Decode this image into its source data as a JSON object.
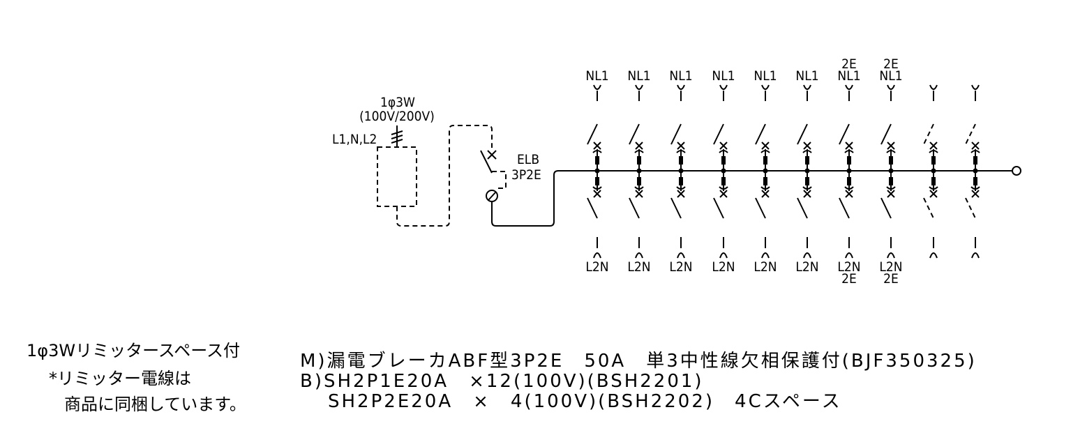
{
  "supply": {
    "system": "1φ3W",
    "voltage": "(100V/200V)",
    "conductors": "L1,N,L2"
  },
  "main_breaker": {
    "type": "ELB",
    "poles": "3P2E"
  },
  "branches": [
    {
      "top": [
        "NL1"
      ],
      "bottom": [
        "L2N"
      ],
      "space": false
    },
    {
      "top": [
        "NL1"
      ],
      "bottom": [
        "L2N"
      ],
      "space": false
    },
    {
      "top": [
        "NL1"
      ],
      "bottom": [
        "L2N"
      ],
      "space": false
    },
    {
      "top": [
        "NL1"
      ],
      "bottom": [
        "L2N"
      ],
      "space": false
    },
    {
      "top": [
        "NL1"
      ],
      "bottom": [
        "L2N"
      ],
      "space": false
    },
    {
      "top": [
        "NL1"
      ],
      "bottom": [
        "L2N"
      ],
      "space": false
    },
    {
      "top": [
        "2E",
        "NL1"
      ],
      "bottom": [
        "L2N",
        "2E"
      ],
      "space": false
    },
    {
      "top": [
        "2E",
        "NL1"
      ],
      "bottom": [
        "L2N",
        "2E"
      ],
      "space": false
    },
    {
      "top": [],
      "bottom": [],
      "space": true
    },
    {
      "top": [],
      "bottom": [],
      "space": true
    }
  ],
  "notes": [
    "1φ3Wリミッタースペース付",
    "*リミッター電線は",
    "商品に同梱しています。"
  ],
  "specs": [
    "M)漏電ブレーカABF型3P2E　50A　単3中性線欠相保護付(BJF350325)",
    "B)SH2P1E20A　×12(100V)(BSH2201)",
    "SH2P2E20A　×　4(100V)(BSH2202)　4Cスペース"
  ]
}
